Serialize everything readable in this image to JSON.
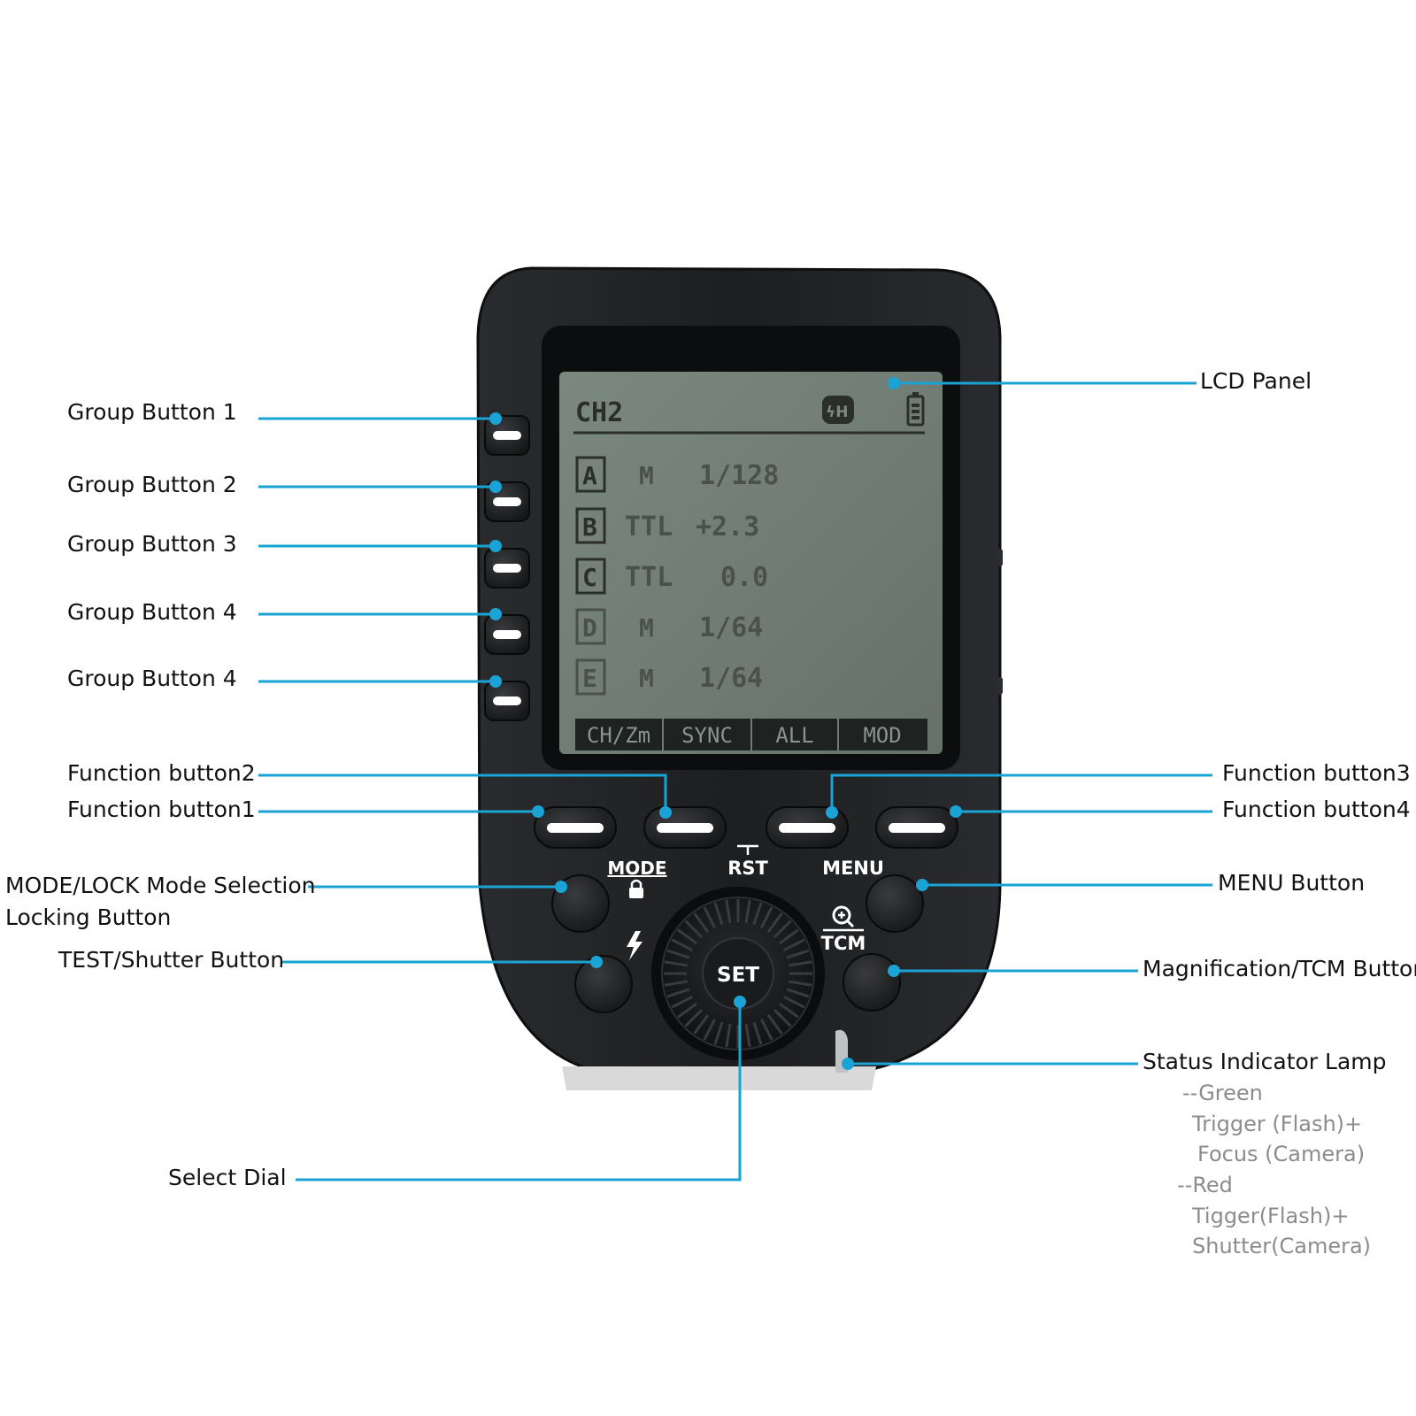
{
  "lcd": {
    "channel": "CH2",
    "hss_icon": "hss-flash-icon",
    "battery_icon": "battery-icon",
    "groups": [
      {
        "letter": "A",
        "mode": "M",
        "value": "1/128"
      },
      {
        "letter": "B",
        "mode": "TTL",
        "value": "+2.3"
      },
      {
        "letter": "C",
        "mode": "TTL",
        "value": "0.0"
      },
      {
        "letter": "D",
        "mode": "M",
        "value": "1/64"
      },
      {
        "letter": "E",
        "mode": "M",
        "value": "1/64"
      }
    ],
    "menu": [
      "CH/Zm",
      "SYNC",
      "ALL",
      "MOD"
    ]
  },
  "device": {
    "mode_label": "MODE",
    "rst_label": "RST",
    "menu_label": "MENU",
    "tcm_label": "TCM",
    "set_label": "SET",
    "lock_icon": "lock-icon",
    "flash_icon": "lightning-icon",
    "zoom_icon": "magnify-icon"
  },
  "callouts": {
    "lcd_panel": "LCD Panel",
    "group1": "Group Button 1",
    "group2": "Group Button 2",
    "group3": "Group Button 3",
    "group4": "Group Button 4",
    "group5": "Group Button 4",
    "func2": "Function button2",
    "func1": "Function button1",
    "func3": "Function button3",
    "func4": "Function button4",
    "mode_lock_1": "MODE/LOCK Mode Selection",
    "mode_lock_2": "Locking Button",
    "test_shutter": "TEST/Shutter Button",
    "menu_button": "MENU Button",
    "mag_tcm": "Magnification/TCM Button",
    "status_lamp": "Status Indicator Lamp",
    "status_sub": [
      "--Green",
      "Trigger (Flash)+",
      "Focus (Camera)",
      "--Red",
      "Tigger(Flash)+",
      "Shutter(Camera)"
    ],
    "select_dial": "Select Dial"
  },
  "colors": {
    "callout_line": "#1aa3d4",
    "body": "#1c1d1f",
    "lcd_bg": "#6e7a72"
  }
}
